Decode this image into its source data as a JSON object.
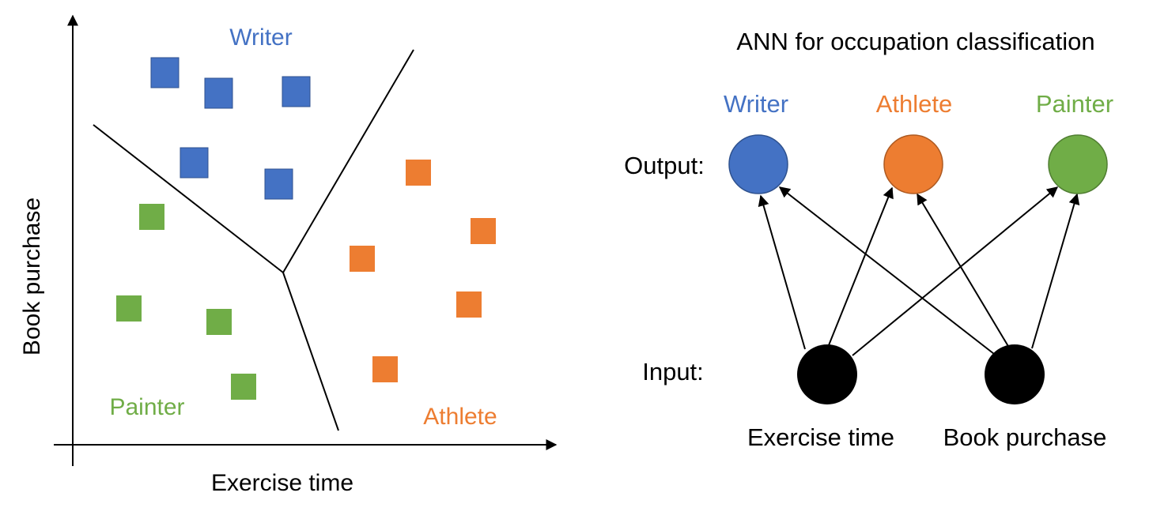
{
  "scatter": {
    "axis_x_label": "Exercise time",
    "axis_y_label": "Book purchase",
    "classes": {
      "writer": {
        "label": "Writer",
        "color": "#4472C4"
      },
      "athlete": {
        "label": "Athlete",
        "color": "#ED7D31"
      },
      "painter": {
        "label": "Painter",
        "color": "#70AD47"
      }
    }
  },
  "network": {
    "title": "ANN for occupation classification",
    "output_row_label": "Output:",
    "input_row_label": "Input:",
    "outputs": [
      {
        "label": "Writer",
        "color": "#4472C4"
      },
      {
        "label": "Athlete",
        "color": "#ED7D31"
      },
      {
        "label": "Painter",
        "color": "#70AD47"
      }
    ],
    "inputs": [
      {
        "label": "Exercise time",
        "color": "#000000"
      },
      {
        "label": "Book purchase",
        "color": "#000000"
      }
    ]
  }
}
